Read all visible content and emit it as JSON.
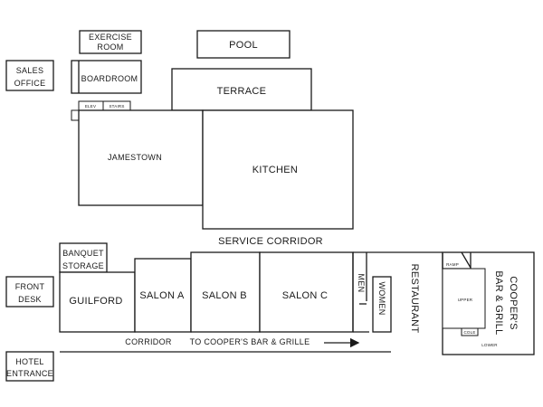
{
  "map": {
    "rooms": {
      "exercise_room": [
        "EXERCISE",
        "ROOM"
      ],
      "pool": "POOL",
      "sales_office": [
        "SALES",
        "OFFICE"
      ],
      "boardroom": "BOARDROOM",
      "terrace": "TERRACE",
      "elev": "ELEV",
      "stairs": "STAIRS",
      "jamestown": "JAMESTOWN",
      "kitchen": "KITCHEN",
      "service_corridor": "SERVICE CORRIDOR",
      "banquet_storage": [
        "BANQUET",
        "STORAGE"
      ],
      "front_desk": [
        "FRONT",
        "DESK"
      ],
      "guilford": "GUILFORD",
      "salon_a": "SALON A",
      "salon_b": "SALON B",
      "salon_c": "SALON C",
      "men": "MEN",
      "women": "WOMEN",
      "restaurant": "RESTAURANT",
      "coopers": [
        "COOPER'S",
        "BAR & GRILL"
      ],
      "ramp": "RAMP",
      "upper": "UPPER",
      "cole": "COLE",
      "lower": "LOWER",
      "corridor": "CORRIDOR",
      "to_coopers": "TO COOPER'S BAR & GRILLE",
      "hotel_entrance": [
        "HOTEL",
        "ENTRANCE"
      ]
    }
  }
}
